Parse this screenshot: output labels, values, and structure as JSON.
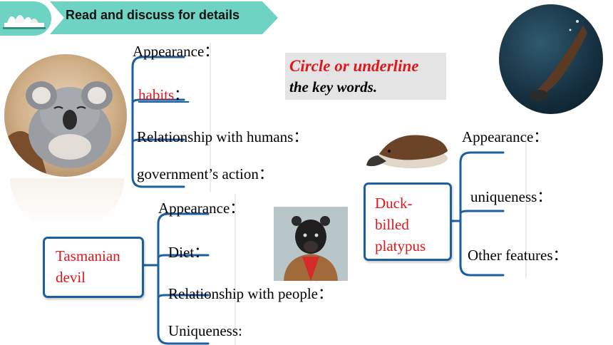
{
  "header": {
    "title": "Read and discuss for details"
  },
  "hint": {
    "line1": "Circle or underline",
    "line2": "the key words."
  },
  "koala_branches": {
    "appearance": "Appearance：",
    "habits": "habits",
    "habits_colon": "：",
    "relationship": "Relationship with humans：",
    "government": "government’s action："
  },
  "devil": {
    "node_line1": "Tasmanian",
    "node_line2": "devil",
    "appearance": "Appearance：",
    "diet": "Diet：",
    "relationship": "Relationship with people：",
    "uniqueness": "Uniqueness:"
  },
  "platypus": {
    "node_line1": "Duck-",
    "node_line2": "billed",
    "node_line3": "platypus",
    "appearance": "Appearance：",
    "uniqueness": "uniqueness：",
    "other": "Other features："
  },
  "icons": {
    "logo": "sydney-opera-house-icon",
    "koala": "koala-photo",
    "platypus_water": "platypus-underwater-photo",
    "platypus_small": "platypus-photo",
    "devil": "tasmanian-devil-photo"
  },
  "colors": {
    "accent_teal": "#6fd3c3",
    "red_text": "#e0161b",
    "branch_blue": "#1c5f9e"
  }
}
